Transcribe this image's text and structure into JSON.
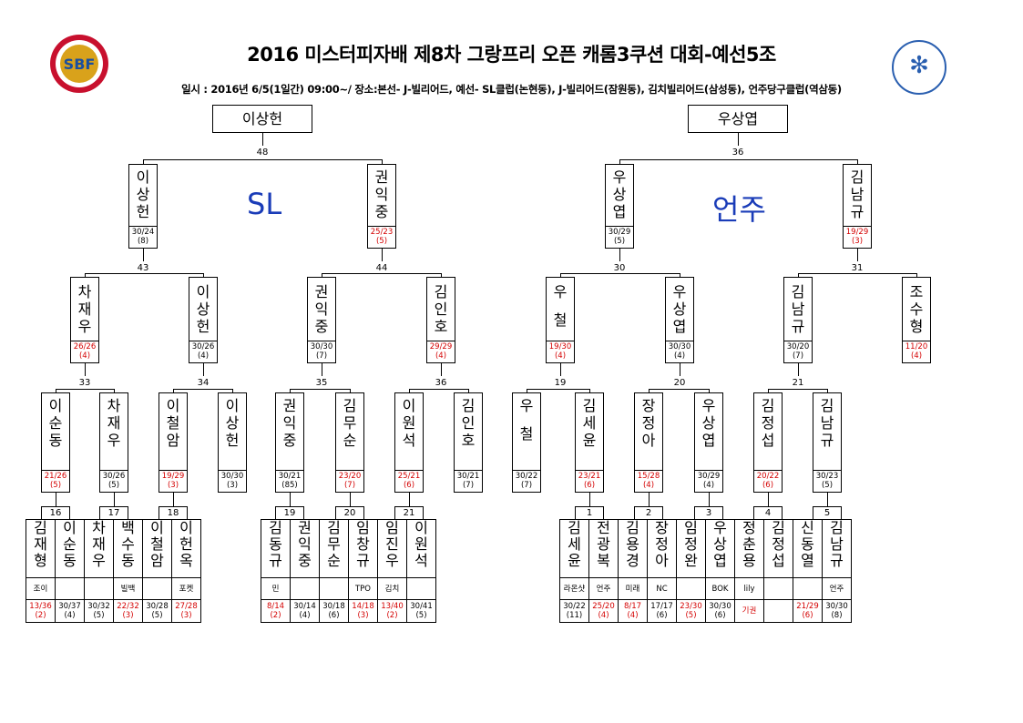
{
  "title": "2016 미스터피자배 제8차 그랑프리 오픈 캐롬3쿠션 대회-예선5조",
  "subtitle": "일시 : 2016년 6/5(1일간) 09:00~/ 장소:본선- J-빌리어드, 예선- SL클럽(논현동), J-빌리어드(잠원동), 김치빌리어드(삼성동), 언주당구클럽(역삼동)",
  "logo_left": "SBF",
  "clubs": {
    "left": "SL",
    "right": "언주"
  },
  "finals": {
    "left": "이상헌",
    "right": "우상엽"
  },
  "final_nums": {
    "left": "48",
    "right": "36"
  },
  "r1": [
    {
      "name": "이상헌",
      "score": "30/24",
      "sub": "(8)",
      "red": false
    },
    {
      "name": "권익중",
      "score": "25/23",
      "sub": "(5)",
      "red": true
    },
    {
      "name": "우상엽",
      "score": "30/29",
      "sub": "(5)",
      "red": false
    },
    {
      "name": "김남규",
      "score": "19/29",
      "sub": "(3)",
      "red": true
    }
  ],
  "r1_nums": [
    "43",
    "44",
    "30",
    "31"
  ],
  "r2": [
    {
      "name": "차재우",
      "score": "26/26",
      "sub": "(4)",
      "red": true
    },
    {
      "name": "이상헌",
      "score": "30/26",
      "sub": "(4)",
      "red": false
    },
    {
      "name": "권익중",
      "score": "30/30",
      "sub": "(7)",
      "red": false
    },
    {
      "name": "김인호",
      "score": "29/29",
      "sub": "(4)",
      "red": true
    },
    {
      "name": "우  철",
      "score": "19/30",
      "sub": "(4)",
      "red": true
    },
    {
      "name": "우상엽",
      "score": "30/30",
      "sub": "(4)",
      "red": false
    },
    {
      "name": "김남규",
      "score": "30/20",
      "sub": "(7)",
      "red": false
    },
    {
      "name": "조수형",
      "score": "11/20",
      "sub": "(4)",
      "red": true
    }
  ],
  "r2_nums": [
    "33",
    "34",
    "35",
    "36",
    "19",
    "20",
    "21"
  ],
  "r3": [
    {
      "name": "이순동",
      "score": "21/26",
      "sub": "(5)",
      "red": true
    },
    {
      "name": "차재우",
      "score": "30/26",
      "sub": "(5)",
      "red": false
    },
    {
      "name": "이철암",
      "score": "19/29",
      "sub": "(3)",
      "red": true
    },
    {
      "name": "이상헌",
      "score": "30/30",
      "sub": "(3)",
      "red": false
    },
    {
      "name": "권익중",
      "score": "30/21",
      "sub": "(85)",
      "red": false
    },
    {
      "name": "김무순",
      "score": "23/20",
      "sub": "(7)",
      "red": true
    },
    {
      "name": "이원석",
      "score": "25/21",
      "sub": "(6)",
      "red": true
    },
    {
      "name": "김인호",
      "score": "30/21",
      "sub": "(7)",
      "red": false
    },
    {
      "name": "우  철",
      "score": "30/22",
      "sub": "(7)",
      "red": false
    },
    {
      "name": "김세윤",
      "score": "23/21",
      "sub": "(6)",
      "red": true
    },
    {
      "name": "장정아",
      "score": "15/28",
      "sub": "(4)",
      "red": true
    },
    {
      "name": "우상엽",
      "score": "30/29",
      "sub": "(4)",
      "red": false
    },
    {
      "name": "김정섭",
      "score": "20/22",
      "sub": "(6)",
      "red": true
    },
    {
      "name": "김남규",
      "score": "30/23",
      "sub": "(5)",
      "red": false
    }
  ],
  "r3_nums": [
    "16",
    "17",
    "18",
    "19",
    "20",
    "21",
    "1",
    "2",
    "3",
    "4",
    "5"
  ],
  "table1": [
    {
      "name": "김재형",
      "club": "조이",
      "score": "13/36",
      "sub": "(2)",
      "red": true
    },
    {
      "name": "이순동",
      "club": "",
      "score": "30/37",
      "sub": "(4)",
      "red": false
    },
    {
      "name": "차재우",
      "club": "",
      "score": "30/32",
      "sub": "(5)",
      "red": false
    },
    {
      "name": "백수동",
      "club": "빌백",
      "score": "22/32",
      "sub": "(3)",
      "red": true
    },
    {
      "name": "이철암",
      "club": "",
      "score": "30/28",
      "sub": "(5)",
      "red": false
    },
    {
      "name": "이헌옥",
      "club": "포켓",
      "score": "27/28",
      "sub": "(3)",
      "red": true
    }
  ],
  "table2": [
    {
      "name": "김동규",
      "club": "민",
      "score": "8/14",
      "sub": "(2)",
      "red": true
    },
    {
      "name": "권익중",
      "club": "",
      "score": "30/14",
      "sub": "(4)",
      "red": false
    },
    {
      "name": "김무순",
      "club": "",
      "score": "30/18",
      "sub": "(6)",
      "red": false
    },
    {
      "name": "임창규",
      "club": "TPO",
      "score": "14/18",
      "sub": "(3)",
      "red": true
    },
    {
      "name": "임진우",
      "club": "김치",
      "score": "13/40",
      "sub": "(2)",
      "red": true
    },
    {
      "name": "이원석",
      "club": "",
      "score": "30/41",
      "sub": "(5)",
      "red": false
    }
  ],
  "table3": [
    {
      "name": "김세윤",
      "club": "라온샷",
      "score": "30/22",
      "sub": "(11)",
      "red": false
    },
    {
      "name": "전광복",
      "club": "언주",
      "score": "25/20",
      "sub": "(4)",
      "red": true
    },
    {
      "name": "김용경",
      "club": "미래",
      "score": "8/17",
      "sub": "(4)",
      "red": true
    },
    {
      "name": "장정아",
      "club": "NC",
      "score": "17/17",
      "sub": "(6)",
      "red": false
    },
    {
      "name": "임정완",
      "club": "",
      "score": "23/30",
      "sub": "(5)",
      "red": true
    },
    {
      "name": "우상엽",
      "club": "BOK",
      "score": "30/30",
      "sub": "(6)",
      "red": false
    },
    {
      "name": "정춘용",
      "club": "lily",
      "score": "기권",
      "sub": "",
      "red": true
    },
    {
      "name": "김정섭",
      "club": "",
      "score": "",
      "sub": "",
      "red": false
    },
    {
      "name": "신동열",
      "club": "",
      "score": "21/29",
      "sub": "(6)",
      "red": true
    },
    {
      "name": "김남규",
      "club": "언주",
      "score": "30/30",
      "sub": "(8)",
      "red": false
    }
  ]
}
